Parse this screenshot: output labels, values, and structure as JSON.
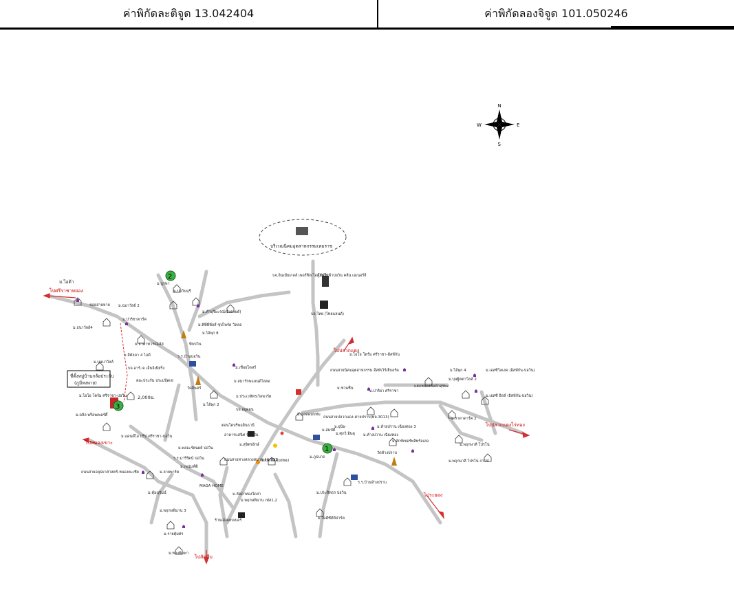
{
  "header": {
    "latitude_text": "ค่าพิกัดละติจูด 13.042404",
    "longitude_text": "ค่าพิกัดลองจิจูด 101.050246"
  },
  "compass": {
    "n": "N",
    "s": "S",
    "e": "E",
    "w": "W"
  },
  "colors": {
    "road": "#bdbdbd",
    "route_red": "#d32f2f",
    "marker_green": "#3cb043",
    "house_purple": "#7b2fa0"
  },
  "map": {
    "industrial_zone": "บริเวณนิคมอุตสาหกรรมเหมราช",
    "markers": [
      "1",
      "2",
      "3"
    ],
    "site_box": [
      "ที่ตั้งหมู่บ้านกล้อประกับ",
      "(ภูมิ่หงพาย)"
    ],
    "distance": "2,000ม.",
    "labels": [
      "ม.ไอต้า",
      "ไปศรีราชาหยอง",
      "ซอยสายหาย",
      "ม.ธนาวัลย์4",
      "ม.ฉมาวัลย์ 2",
      "ม.ปาริชาตาร์ค",
      "ม.ธาดาทวรณ์เฮ้ส",
      "ม.สิตัลลา 4 ไอดี",
      "ม.บุษบาวิลล์",
      "บจ.อาร์.เจ เอ็นจิเนียริ่ง",
      "ตอะประกัน ประมปิตเซ",
      "ม.ไอโอ โตร์ม ศรีราชา-บ่อวิน",
      "ม.ดลิล พร็อพเพอร์ตี้",
      "ม.บูรพา",
      "ม.บ่อวินบุรี",
      "ม.ศำบุริษะรณ์(อิงลายด์)",
      "ม.พีพีพีพีลส์ ซุปไพร์ด วิลลอ",
      "ม.ไอ้พุก 8",
      "พืบบ่วิน",
      "ร.ร.บ้านบ่อวิน",
      "ม.เชื่อยไดสร์",
      "ม.สมารักษแลนด์วิลลอ",
      "วัดสินดร์",
      "ม.ไอ้พุก 2",
      "ม.ประเวทัตรเวิลพวร์ต",
      "บจ.อยูดอน",
      "บจ.อินเมียเกลล์ เพอร์ฟิล ไอคูส์พร์",
      "โรงไฟฟ้าบ่อวิน คลีน เอเนอร์จี",
      "บจ.ไทย (ไทยแลนด์)",
      "ไปปลวกแดง",
      "ม.ไอโอ โตร์ม ศรีราชา-อีสท์กัน",
      "ถนนสายนิคมอุตสาหกรรม อีสท์เวิร์เย็บอร์ด",
      "ม.ชวนชื่น",
      "ม.ปาริยา ศรีราชา",
      "ม.ไอ้พุก 4",
      "ม.บุษฐิตตาวิลล์ 2",
      "ม.เอสซีวิลเลจ (อิสท์กัน-บ่อวิน)",
      "แยกหนองค้อฟ้าสุรพะ",
      "ม.เอสซี ฮิลล์ (อิสท์กัน-บ่อวิน)",
      "ม.ราดาดาร์ค 2",
      "ไปปลวกแดงไร่ทอง",
      "ม.พฤกษาลี โปรโน่",
      "ม.พฤกษาลี โปรโน่ กาวน์",
      "ม.แอดดมบท่ม",
      "ถนนสายปลวกแดง-ค่ายปราบ(ทล.3013)",
      "ม.สมบัติ",
      "ม.อุนิษ",
      "ม.ศุภวิ.อินดุ",
      "ม.ห้างบ่วาน เฉียงทอง",
      "ม.ห้ายปราน เฉียงทอง 3",
      "ม.ลักซ์เซอร์พลิทรัลเลอ",
      "วัดห้างปราบ",
      "ม.ภูธนาถ",
      "ร.ร.บ้านห้างปราบ",
      "ไประยอง",
      "ม.ประสิทธร บ่อวิน",
      "ม.ไดดีซีคีย์ปาร์ค",
      "ถนนสายทางหลวงหมายเลข 331",
      "ตอนโดบริพฤสินธานี",
      "อาคารแสนิท ปัจจุบัน",
      "ม.สุจิตรอักษ์",
      "ม.บ่อวินเฉียงทอง",
      "ร.ร.มารีรัตน์ บ่อวิน",
      "ม.พลอะรัตนผย์ บ่อวิน",
      "ม.เพนุ่มฟ์ดิ",
      "ม.ลายพาร์ค",
      "ม.ลัดดาทองใดล่า",
      "ม.พฤกษพิมาน เฟส1,2",
      "MAGA HOME",
      "ม.คุ้มบุจิมน์",
      "ถนนสายอยุธยาศาสตร์-หนองตะเชีย",
      "ม.แดนดีไอ ปรีป ศรีราชา-บ่อวิน",
      "ไปหนองเขาะ",
      "ม.พฤกษพิมาน 3",
      "ร้านเอ้งอยบเบอร์",
      "ม.รายตุ้มศร",
      "ม.ทองพิมพา",
      "ไปสัตหีบ"
    ]
  }
}
